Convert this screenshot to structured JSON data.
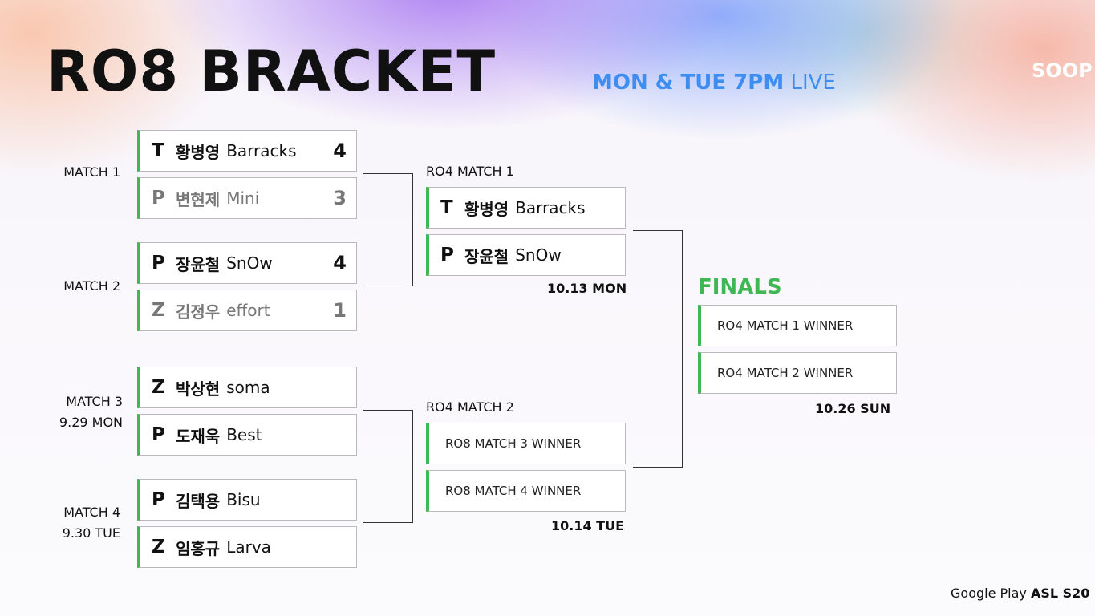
{
  "header": {
    "title": "RO8 BRACKET",
    "schedule_bold": "MON & TUE 7PM",
    "schedule_rest": "LIVE",
    "logo": "SOOP"
  },
  "footer": {
    "brand": "Google Play",
    "event": "ASL S20"
  },
  "ro8": [
    {
      "label": "MATCH 1",
      "date": "",
      "players": [
        {
          "race": "T",
          "name_kr": "황병영",
          "id": "Barracks",
          "score": "4",
          "status": "win"
        },
        {
          "race": "P",
          "name_kr": "변현제",
          "id": "Mini",
          "score": "3",
          "status": "lose"
        }
      ]
    },
    {
      "label": "MATCH 2",
      "date": "",
      "players": [
        {
          "race": "P",
          "name_kr": "장윤철",
          "id": "SnOw",
          "score": "4",
          "status": "win"
        },
        {
          "race": "Z",
          "name_kr": "김정우",
          "id": "effort",
          "score": "1",
          "status": "lose"
        }
      ]
    },
    {
      "label": "MATCH 3",
      "date": "9.29 MON",
      "players": [
        {
          "race": "Z",
          "name_kr": "박상현",
          "id": "soma",
          "score": "",
          "status": "win"
        },
        {
          "race": "P",
          "name_kr": "도재욱",
          "id": "Best",
          "score": "",
          "status": "win"
        }
      ]
    },
    {
      "label": "MATCH 4",
      "date": "9.30 TUE",
      "players": [
        {
          "race": "P",
          "name_kr": "김택용",
          "id": "Bisu",
          "score": "",
          "status": "win"
        },
        {
          "race": "Z",
          "name_kr": "임홍규",
          "id": "Larva",
          "score": "",
          "status": "win"
        }
      ]
    }
  ],
  "ro4": [
    {
      "label": "RO4 MATCH 1",
      "date": "10.13 MON",
      "players": [
        {
          "race": "T",
          "name_kr": "황병영",
          "id": "Barracks"
        },
        {
          "race": "P",
          "name_kr": "장윤철",
          "id": "SnOw"
        }
      ]
    },
    {
      "label": "RO4 MATCH 2",
      "date": "10.14 TUE",
      "slots": [
        "RO8 MATCH 3 WINNER",
        "RO8 MATCH 4 WINNER"
      ]
    }
  ],
  "finals": {
    "label": "FINALS",
    "slots": [
      "RO4 MATCH 1 WINNER",
      "RO4 MATCH 2 WINNER"
    ],
    "date": "10.26 SUN"
  },
  "colors": {
    "accent_green": "#3fb754",
    "schedule_blue": "#3d8ef0",
    "text": "#111111",
    "loser_text": "#777777"
  }
}
